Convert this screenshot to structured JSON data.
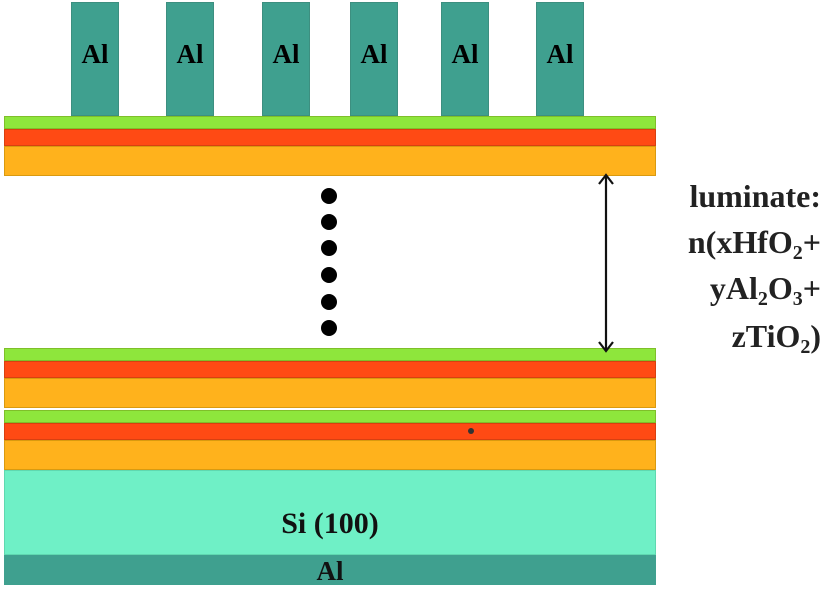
{
  "diagram": {
    "top_pads": [
      {
        "label": "Al"
      },
      {
        "label": "Al"
      },
      {
        "label": "Al"
      },
      {
        "label": "Al"
      },
      {
        "label": "Al"
      },
      {
        "label": "Al"
      }
    ],
    "substrate_label": "Si (100)",
    "back_contact_label": "Al",
    "laminate_label": {
      "line1": "luminate:",
      "line2": {
        "prefix": "n(xHfO",
        "sub": "2",
        "suffix": "+"
      },
      "line3": {
        "prefix": "yAl",
        "sub1": "2",
        "mid": "O",
        "sub2": "3",
        "suffix": "+"
      },
      "line4": {
        "prefix": "zTiO",
        "sub": "2",
        "suffix": ")"
      }
    },
    "colors": {
      "al": "#3fa08f",
      "hfo2_green": "#8ee63c",
      "red_layer": "#ff4a14",
      "orange_layer": "#ffb21c",
      "si": "#6ff0c6",
      "arrow": "#111111",
      "dots": "#000000"
    }
  }
}
